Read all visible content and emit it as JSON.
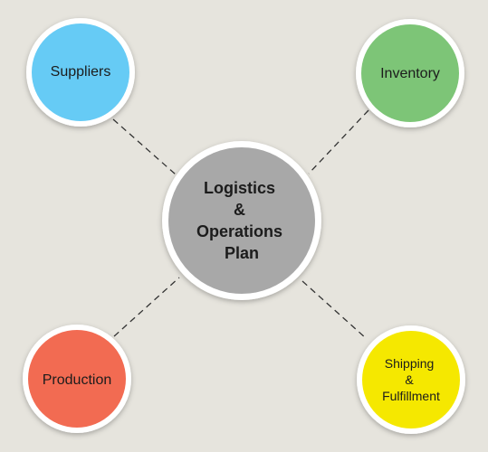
{
  "diagram": {
    "background_color": "#e6e4dd",
    "connector_style": "dashed",
    "center": {
      "lines": [
        "Logistics",
        "&",
        "Operations",
        "Plan"
      ],
      "color": "#a8a8a8"
    },
    "nodes": [
      {
        "id": "suppliers",
        "lines": [
          "Suppliers"
        ],
        "color": "#66cbf5"
      },
      {
        "id": "inventory",
        "lines": [
          "Inventory"
        ],
        "color": "#7dc577"
      },
      {
        "id": "production",
        "lines": [
          "Production"
        ],
        "color": "#f26b52"
      },
      {
        "id": "shipping",
        "lines": [
          "Shipping",
          "&",
          "Fulfillment"
        ],
        "color": "#f5e800"
      }
    ]
  }
}
